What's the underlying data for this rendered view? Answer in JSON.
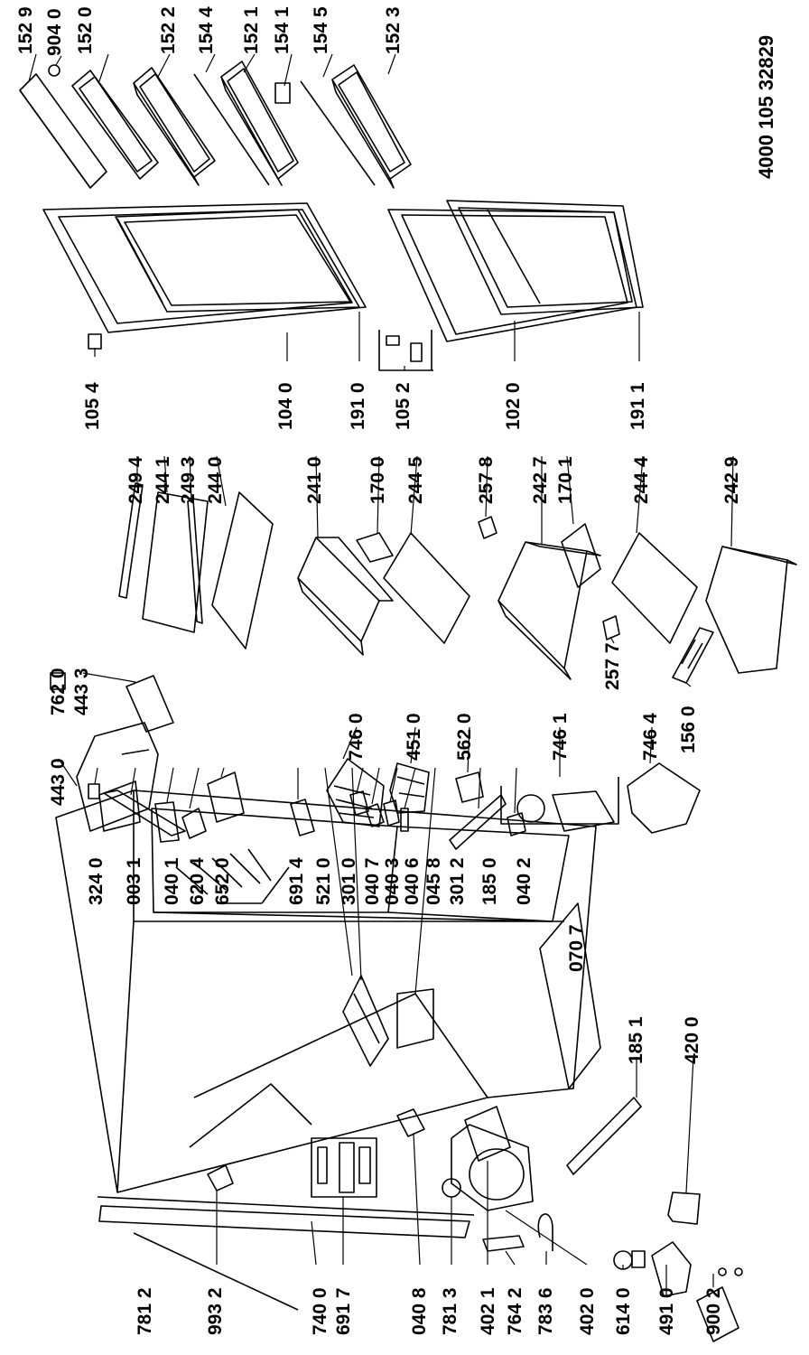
{
  "document_number": "4000 105 32829",
  "part_labels": {
    "p1529": "152 9",
    "p9040": "904 0",
    "p1520": "152 0",
    "p1522": "152 2",
    "p1544": "154 4",
    "p1521": "152 1",
    "p1541": "154 1",
    "p1545": "154 5",
    "p1523": "152 3",
    "p1054": "105 4",
    "p1040": "104 0",
    "p1910": "191 0",
    "p1052": "105 2",
    "p1020": "102 0",
    "p1911": "191 1",
    "p2494": "249 4",
    "p2441": "244 1",
    "p2493": "249 3",
    "p2440": "244 0",
    "p2410": "241 0",
    "p1700": "170 0",
    "p2445": "244 5",
    "p2578": "257 8",
    "p2427": "242 7",
    "p1701": "170 1",
    "p2444": "244 4",
    "p2429": "242 9",
    "p2577": "257 7",
    "p1560": "156 0",
    "p7620": "762 0",
    "p4433": "443 3",
    "p4430": "443 0",
    "p7460": "746 0",
    "p4510": "451 0",
    "p5620": "562 0",
    "p7461": "746 1",
    "p7464": "746 4",
    "p3240": "324 0",
    "p0031": "003 1",
    "p0401": "040 1",
    "p6204": "620 4",
    "p6520": "652 0",
    "p6914": "691 4",
    "p5210": "521 0",
    "p3010": "301 0",
    "p0407": "040 7",
    "p0403": "040 3",
    "p0406": "040 6",
    "p0458": "045 8",
    "p3012": "301 2",
    "p1850": "185 0",
    "p0402": "040 2",
    "p0707": "070 7",
    "p1851": "185 1",
    "p4200": "420 0",
    "p7812": "781 2",
    "p9932": "993 2",
    "p7400": "740 0",
    "p6917": "691 7",
    "p0408": "040 8",
    "p7813": "781 3",
    "p4021": "402 1",
    "p7642": "764 2",
    "p7836": "783 6",
    "p4020": "402 0",
    "p6140": "614 0",
    "p4910": "491 0",
    "p9002": "900 2"
  }
}
